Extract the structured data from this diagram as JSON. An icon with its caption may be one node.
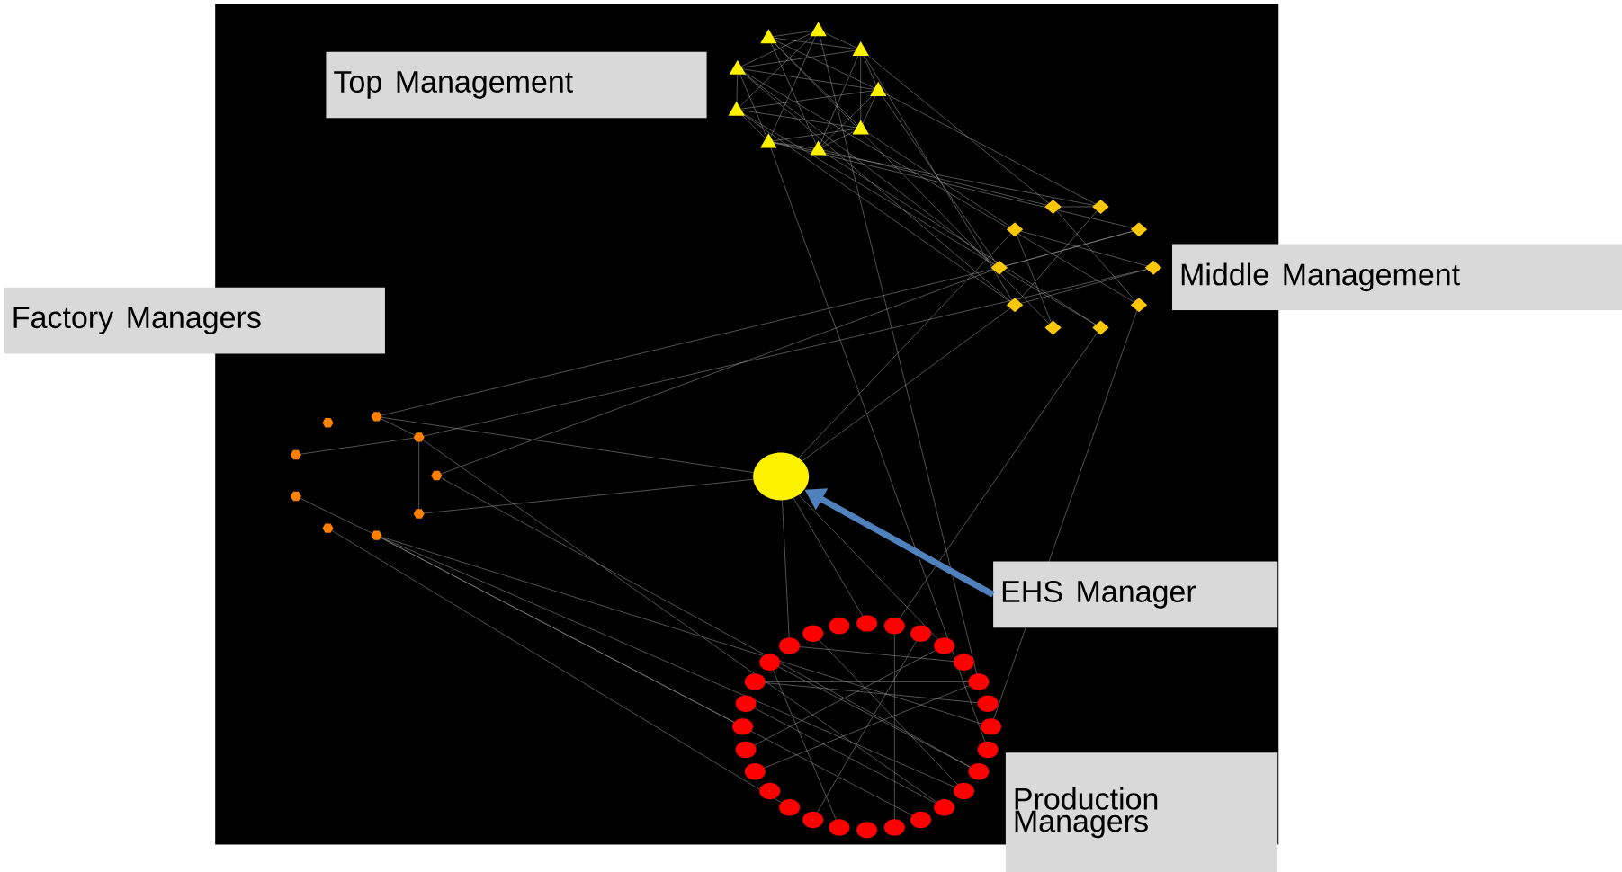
{
  "diagram": {
    "nodes": [
      {
        "text": [
          "Top Management"
        ]
      },
      {
        "text": [
          "Middle Management"
        ]
      },
      {
        "text": [
          "Factory Managers"
        ]
      },
      {
        "text": [
          "EHS Manager"
        ]
      },
      {
        "text": [
          "Production Managers"
        ]
      },
      {
        "text": [],
        "shape": "circle"
      }
    ],
    "edges": [
      {
        "from": 3,
        "to": 5,
        "arrow": "to",
        "color": "#4f81bd"
      }
    ]
  }
}
